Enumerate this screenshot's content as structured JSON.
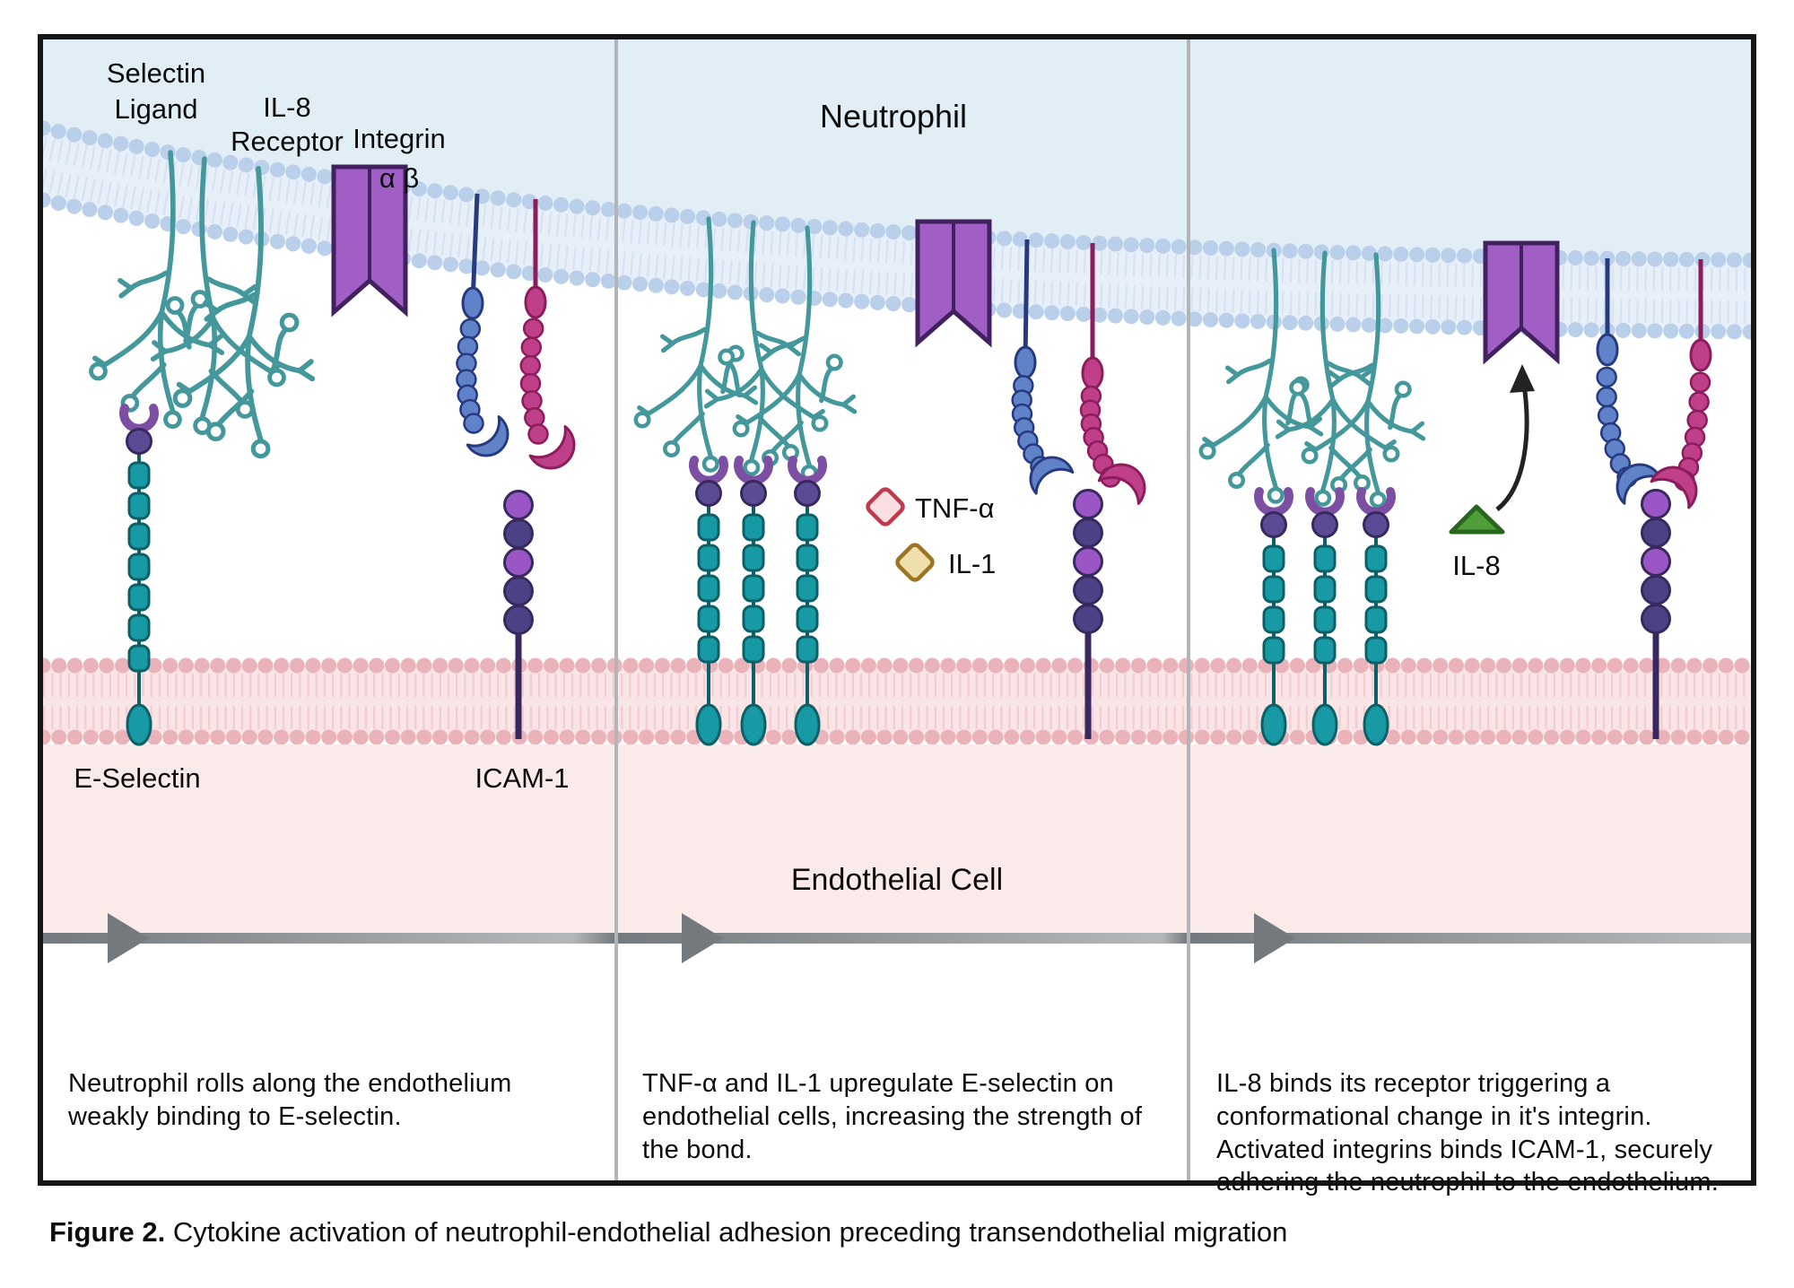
{
  "figure": {
    "neutrophil_label": "Neutrophil",
    "endothelial_label": "Endothelial Cell",
    "selectin_ligand_label": [
      "Selectin",
      "Ligand"
    ],
    "il8_receptor_label": [
      "IL-8",
      "Receptor"
    ],
    "integrin_label": [
      "Integrin",
      "α β"
    ],
    "e_selectin_label": "E-Selectin",
    "icam1_label": "ICAM-1",
    "il8_label": "IL-8"
  },
  "legend": {
    "tnf_alpha": "TNF-α",
    "il1": "IL-1"
  },
  "panels": [
    {
      "description": "Neutrophil rolls along the endothelium weakly binding to E-selectin."
    },
    {
      "description": "TNF-α and IL-1 upregulate E-selectin on endothelial cells, increasing the strength of the bond."
    },
    {
      "description": "IL-8 binds its receptor triggering a conformational change in it's integrin. Activated integrins binds ICAM-1, securely adhering the neutrophil to the endothelium."
    }
  ],
  "caption": {
    "label": "Figure 2.",
    "text": " Cytokine activation of neutrophil-endothelial adhesion preceding transendothelial migration"
  },
  "colors": {
    "neutrophil_bg": "#e1eef6",
    "neutrophil_band": "#e7eff9",
    "membrane_dot_blue": "#b9cfea",
    "membrane_tail_blue": "#d8e3f2",
    "endothelium_bg": "#fbeaea",
    "endothelium_band": "#fae5e6",
    "membrane_dot_pink": "#e9b3b9",
    "membrane_tail_pink": "#f2ced2",
    "ligand_teal": "#44989b",
    "eselectin_teal": "#189aa5",
    "eselectin_dark": "#0d5f68",
    "crescent_purple": "#7d4fa3",
    "indigo_bead": "#5b4b94",
    "indigo_dark": "#37295f",
    "icam_purple": "#9a56c5",
    "icam_dark": "#4c4184",
    "icam_stalk": "#37295f",
    "receptor_purple": "#a15fc6",
    "receptor_dark": "#41215f",
    "integrin_blue": "#5f82c9",
    "integrin_blue_dark": "#27397f",
    "integrin_magenta": "#bf3f88",
    "integrin_magenta_dark": "#8c1c5c",
    "tnf_fill": "#f9dee2",
    "tnf_stroke": "#c03a4e",
    "il1_fill": "#eedfad",
    "il1_stroke": "#9d7423",
    "il8_fill": "#4f9e3a",
    "il8_stroke": "#27661c",
    "arrow_black": "#232323",
    "timeline_gray": "#9aa0a4",
    "timeline_dark": "#74797d",
    "divider_gray": "#b2b5b7",
    "frame_border": "#161616"
  }
}
